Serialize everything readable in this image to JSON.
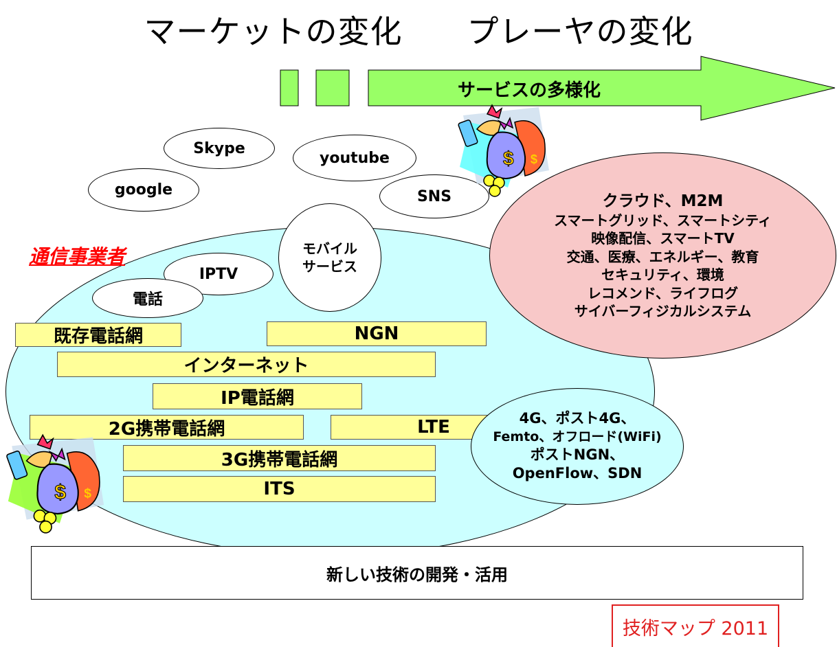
{
  "title": "マーケットの変化　　プレーヤの変化",
  "arrow": {
    "label": "サービスの多様化",
    "fill": "#99ff66"
  },
  "services": {
    "skype": "Skype",
    "youtube": "youtube",
    "google": "google",
    "sns": "SNS",
    "mobile": [
      "モバイル",
      "サービス"
    ],
    "iptv": "IPTV",
    "phone": "電話"
  },
  "carrier_label": "通信事業者",
  "cloud": {
    "fill": "#f8c8c8",
    "lines": [
      "クラウド、M2M",
      "スマートグリッド、スマートシティ",
      "映像配信、スマートTV",
      "交通、医療、エネルギー、教育",
      "セキュリティ、環境",
      "レコメンド、ライフログ",
      "サイバーフィジカルシステム"
    ]
  },
  "networks": {
    "fill": "#ffff99",
    "existing": "既存電話網",
    "ngn": "NGN",
    "internet": "インターネット",
    "ip_phone": "IP電話網",
    "g2": "2G携帯電話網",
    "lte": "LTE",
    "g3": "3G携帯電話網",
    "its": "ITS"
  },
  "future": {
    "fill": "#ccffff",
    "lines": [
      "4G、ポスト4G、",
      "Femto、オフロード(WiFi)",
      "ポストNGN、",
      "OpenFlow、SDN"
    ]
  },
  "carrier_region_fill": "#ccffff",
  "bottom": "新しい技術の開発・活用",
  "stamp": "技術マップ 2011",
  "icons": [
    "money-bag-icon",
    "money-bag-icon"
  ]
}
